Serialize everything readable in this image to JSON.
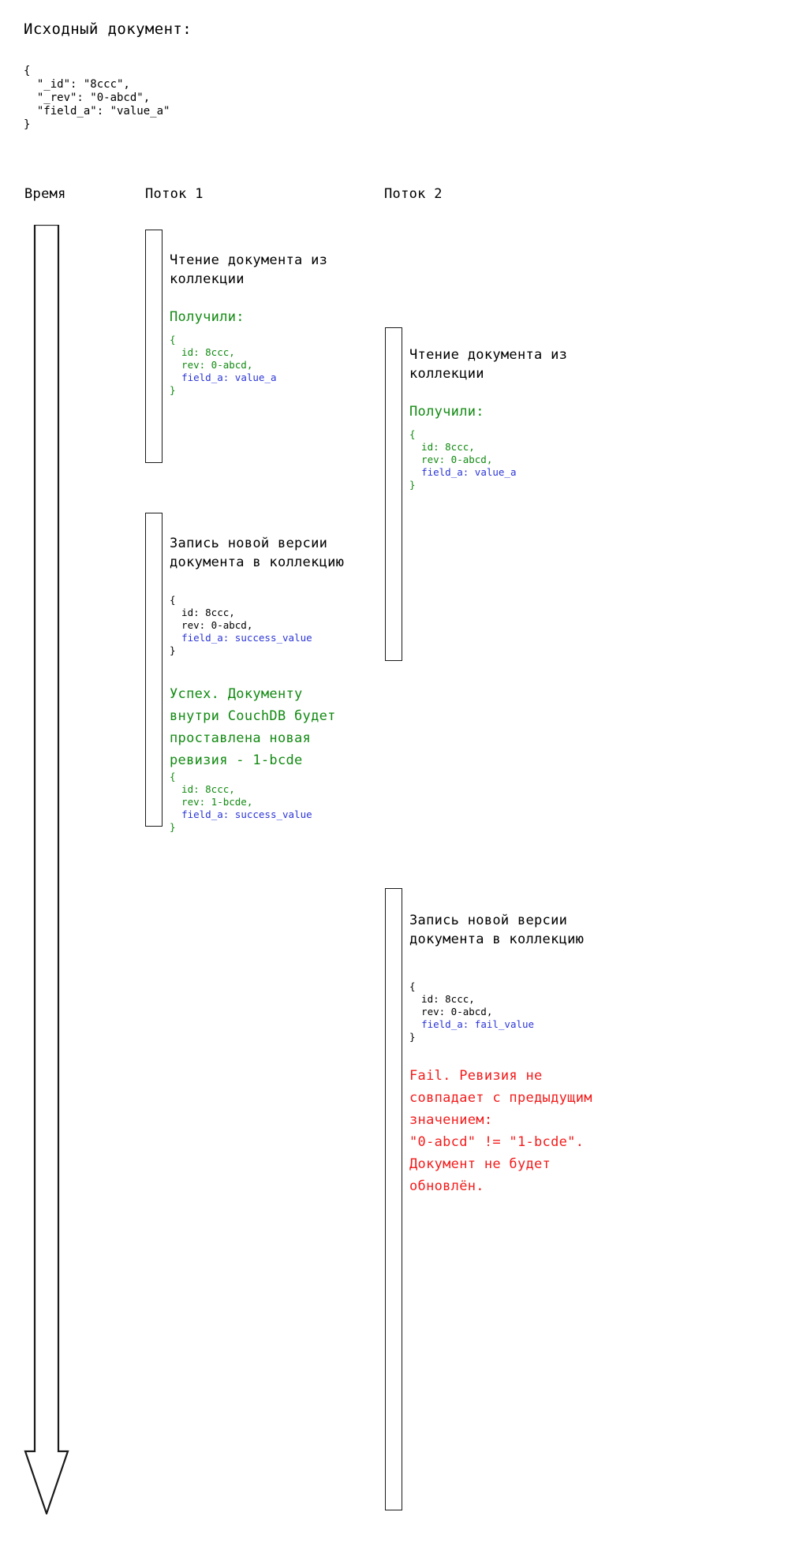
{
  "intro": {
    "title": "Исходный документ:",
    "json": "{\n  \"_id\": \"8ccc\",\n  \"_rev\": \"0-abcd\",\n  \"field_a\": \"value_a\"\n}"
  },
  "columns": {
    "time": "Время",
    "thread1": "Поток 1",
    "thread2": "Поток 2"
  },
  "colors": {
    "success": "#128a12",
    "fail": "#f41b1b",
    "highlight": "#2b35d6",
    "line": "#1a1a1a"
  },
  "thread1": {
    "step1": {
      "title": "Чтение документа из\nколлекции",
      "result_label": "Получили:",
      "result_json_pre": "{\n  id: 8ccc,\n  rev: 0-abcd,\n  ",
      "result_json_hl": "field_a: value_a",
      "result_json_post": "\n}"
    },
    "step2": {
      "title": "Запись новой версии\nдокумента в коллекцию",
      "json_pre": "{\n  id: 8ccc,\n  rev: 0-abcd,\n  ",
      "json_hl": "field_a: success_value",
      "json_post": "\n}",
      "outcome": "Успех. Документу\nвнутри CouchDB будет\nпроставлена новая\nревизия - 1-bcde",
      "outcome_json_pre": "{\n  id: 8ccc,\n  rev: 1-bcde,\n  ",
      "outcome_json_hl": "field_a: success_value",
      "outcome_json_post": "\n}"
    }
  },
  "thread2": {
    "step1": {
      "title": "Чтение документа из\nколлекции",
      "result_label": "Получили:",
      "result_json_pre": "{\n  id: 8ccc,\n  rev: 0-abcd,\n  ",
      "result_json_hl": "field_a: value_a",
      "result_json_post": "\n}"
    },
    "step2": {
      "title": "Запись новой версии\nдокумента в коллекцию",
      "json_pre": "{\n  id: 8ccc,\n  rev: 0-abcd,\n  ",
      "json_hl": "field_a: fail_value",
      "json_post": "\n}",
      "outcome": "Fail. Ревизия не\nсовпадает с предыдущим\nзначением:\n\"0-abcd\" != \"1-bcde\".\nДокумент не будет\nобновлён."
    }
  }
}
